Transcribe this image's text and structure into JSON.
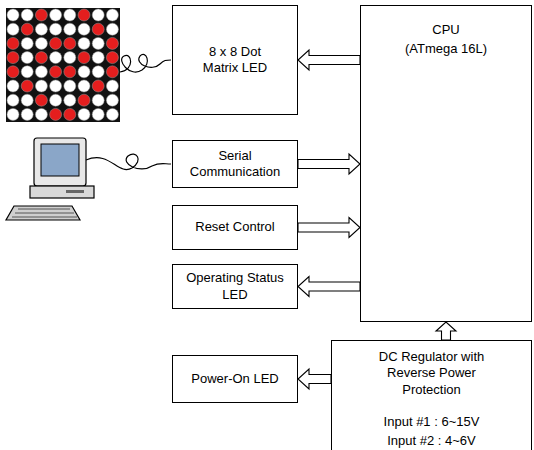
{
  "diagram": {
    "nodes": [
      {
        "text": [
          "8 x 8 Dot Matrix LED"
        ]
      },
      {
        "text": [
          "CPU",
          "(ATmega 16L)"
        ]
      },
      {
        "text": [
          "Serial Communication"
        ]
      },
      {
        "text": [
          "Reset Control"
        ]
      },
      {
        "text": [
          "Operating Status LED"
        ]
      },
      {
        "text": [
          "DC Regulator with Reverse Power Protection",
          "Input #1 : 6~15V",
          "Input #2 : 4~6V"
        ]
      },
      {
        "text": [
          "Power-On LED"
        ]
      }
    ],
    "edges": [
      {
        "from": 1,
        "to": 0,
        "arrow": "to"
      },
      {
        "from": 2,
        "to": 1,
        "arrow": "to"
      },
      {
        "from": 3,
        "to": 1,
        "arrow": "to"
      },
      {
        "from": 1,
        "to": 4,
        "arrow": "to"
      },
      {
        "from": 5,
        "to": 1,
        "arrow": "to"
      },
      {
        "from": 5,
        "to": 6,
        "arrow": "to"
      }
    ]
  }
}
